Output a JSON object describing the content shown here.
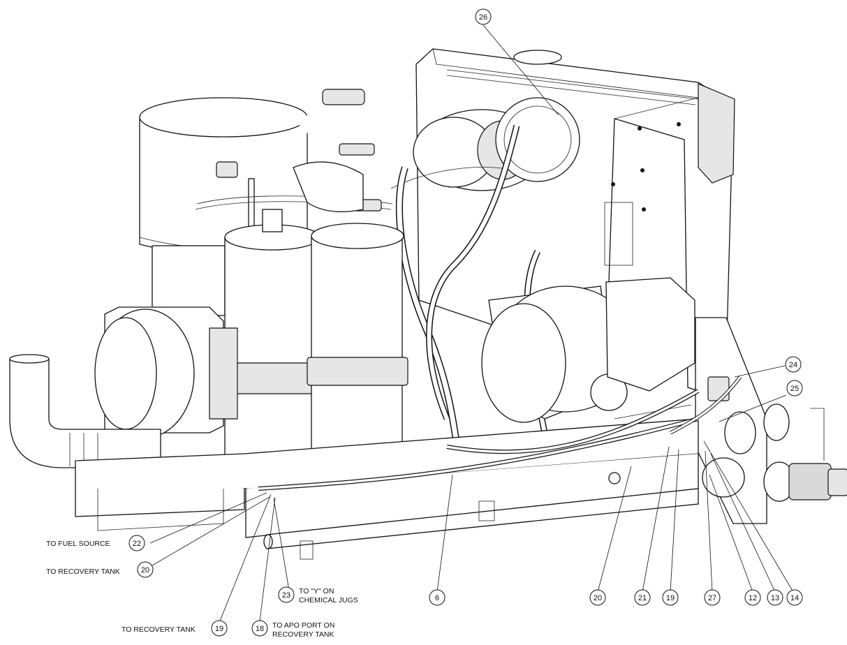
{
  "callouts": [
    {
      "id": "c26",
      "num": "26"
    },
    {
      "id": "c24",
      "num": "24"
    },
    {
      "id": "c25",
      "num": "25"
    },
    {
      "id": "c22",
      "num": "22"
    },
    {
      "id": "c20a",
      "num": "20"
    },
    {
      "id": "c23",
      "num": "23"
    },
    {
      "id": "c6",
      "num": "6"
    },
    {
      "id": "c20b",
      "num": "20"
    },
    {
      "id": "c21",
      "num": "21"
    },
    {
      "id": "c19a",
      "num": "19"
    },
    {
      "id": "c27",
      "num": "27"
    },
    {
      "id": "c12",
      "num": "12"
    },
    {
      "id": "c13",
      "num": "13"
    },
    {
      "id": "c14",
      "num": "14"
    },
    {
      "id": "c19b",
      "num": "19"
    },
    {
      "id": "c18",
      "num": "18"
    }
  ],
  "notes": {
    "fuel_source": "TO FUEL SOURCE",
    "recovery_tank_1": "TO RECOVERY TANK",
    "y_on_jugs_line1": "TO \"Y\" ON",
    "y_on_jugs_line2": "CHEMICAL JUGS",
    "recovery_tank_2": "TO RECOVERY TANK",
    "apo_port_line1": "TO APO PORT ON",
    "apo_port_line2": "RECOVERY TANK"
  }
}
